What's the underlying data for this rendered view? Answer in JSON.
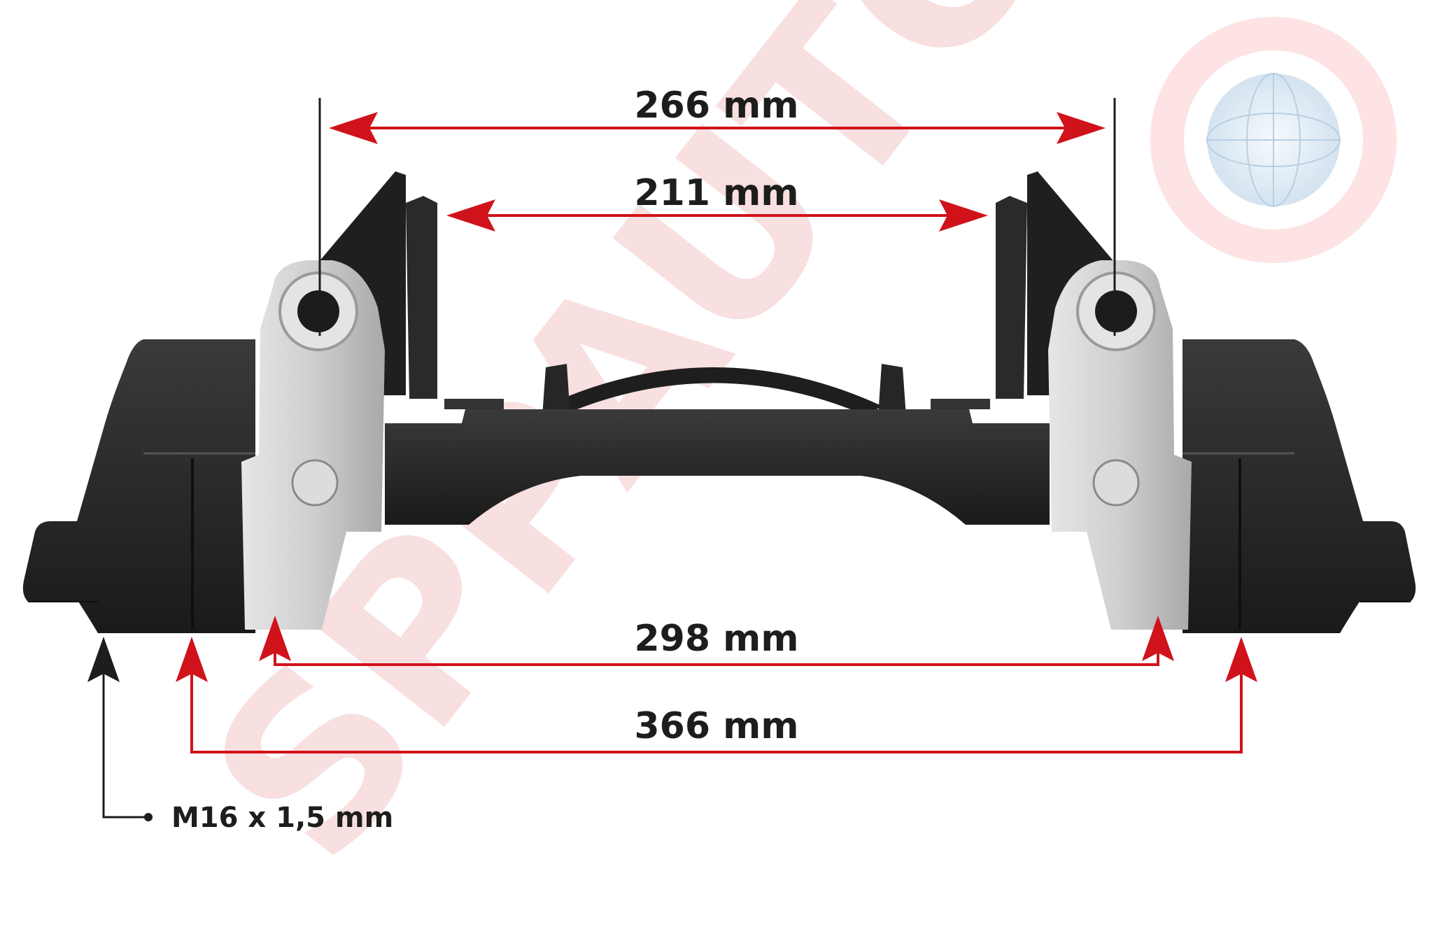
{
  "watermark": {
    "text": "SPPAUTO",
    "color": "#ef3b43"
  },
  "dimensions": {
    "pin_spacing": "266 mm",
    "pad_gap": "211 mm",
    "inner_mount": "298 mm",
    "outer_mount": "366 mm"
  },
  "thread_callout": {
    "label": "M16 x 1,5 mm"
  },
  "colors": {
    "dimension_arrow": "#d0121b",
    "thread_arrow": "#1d1d1b",
    "casting": "#232323",
    "guide_bracket": "#c9c9c9"
  }
}
